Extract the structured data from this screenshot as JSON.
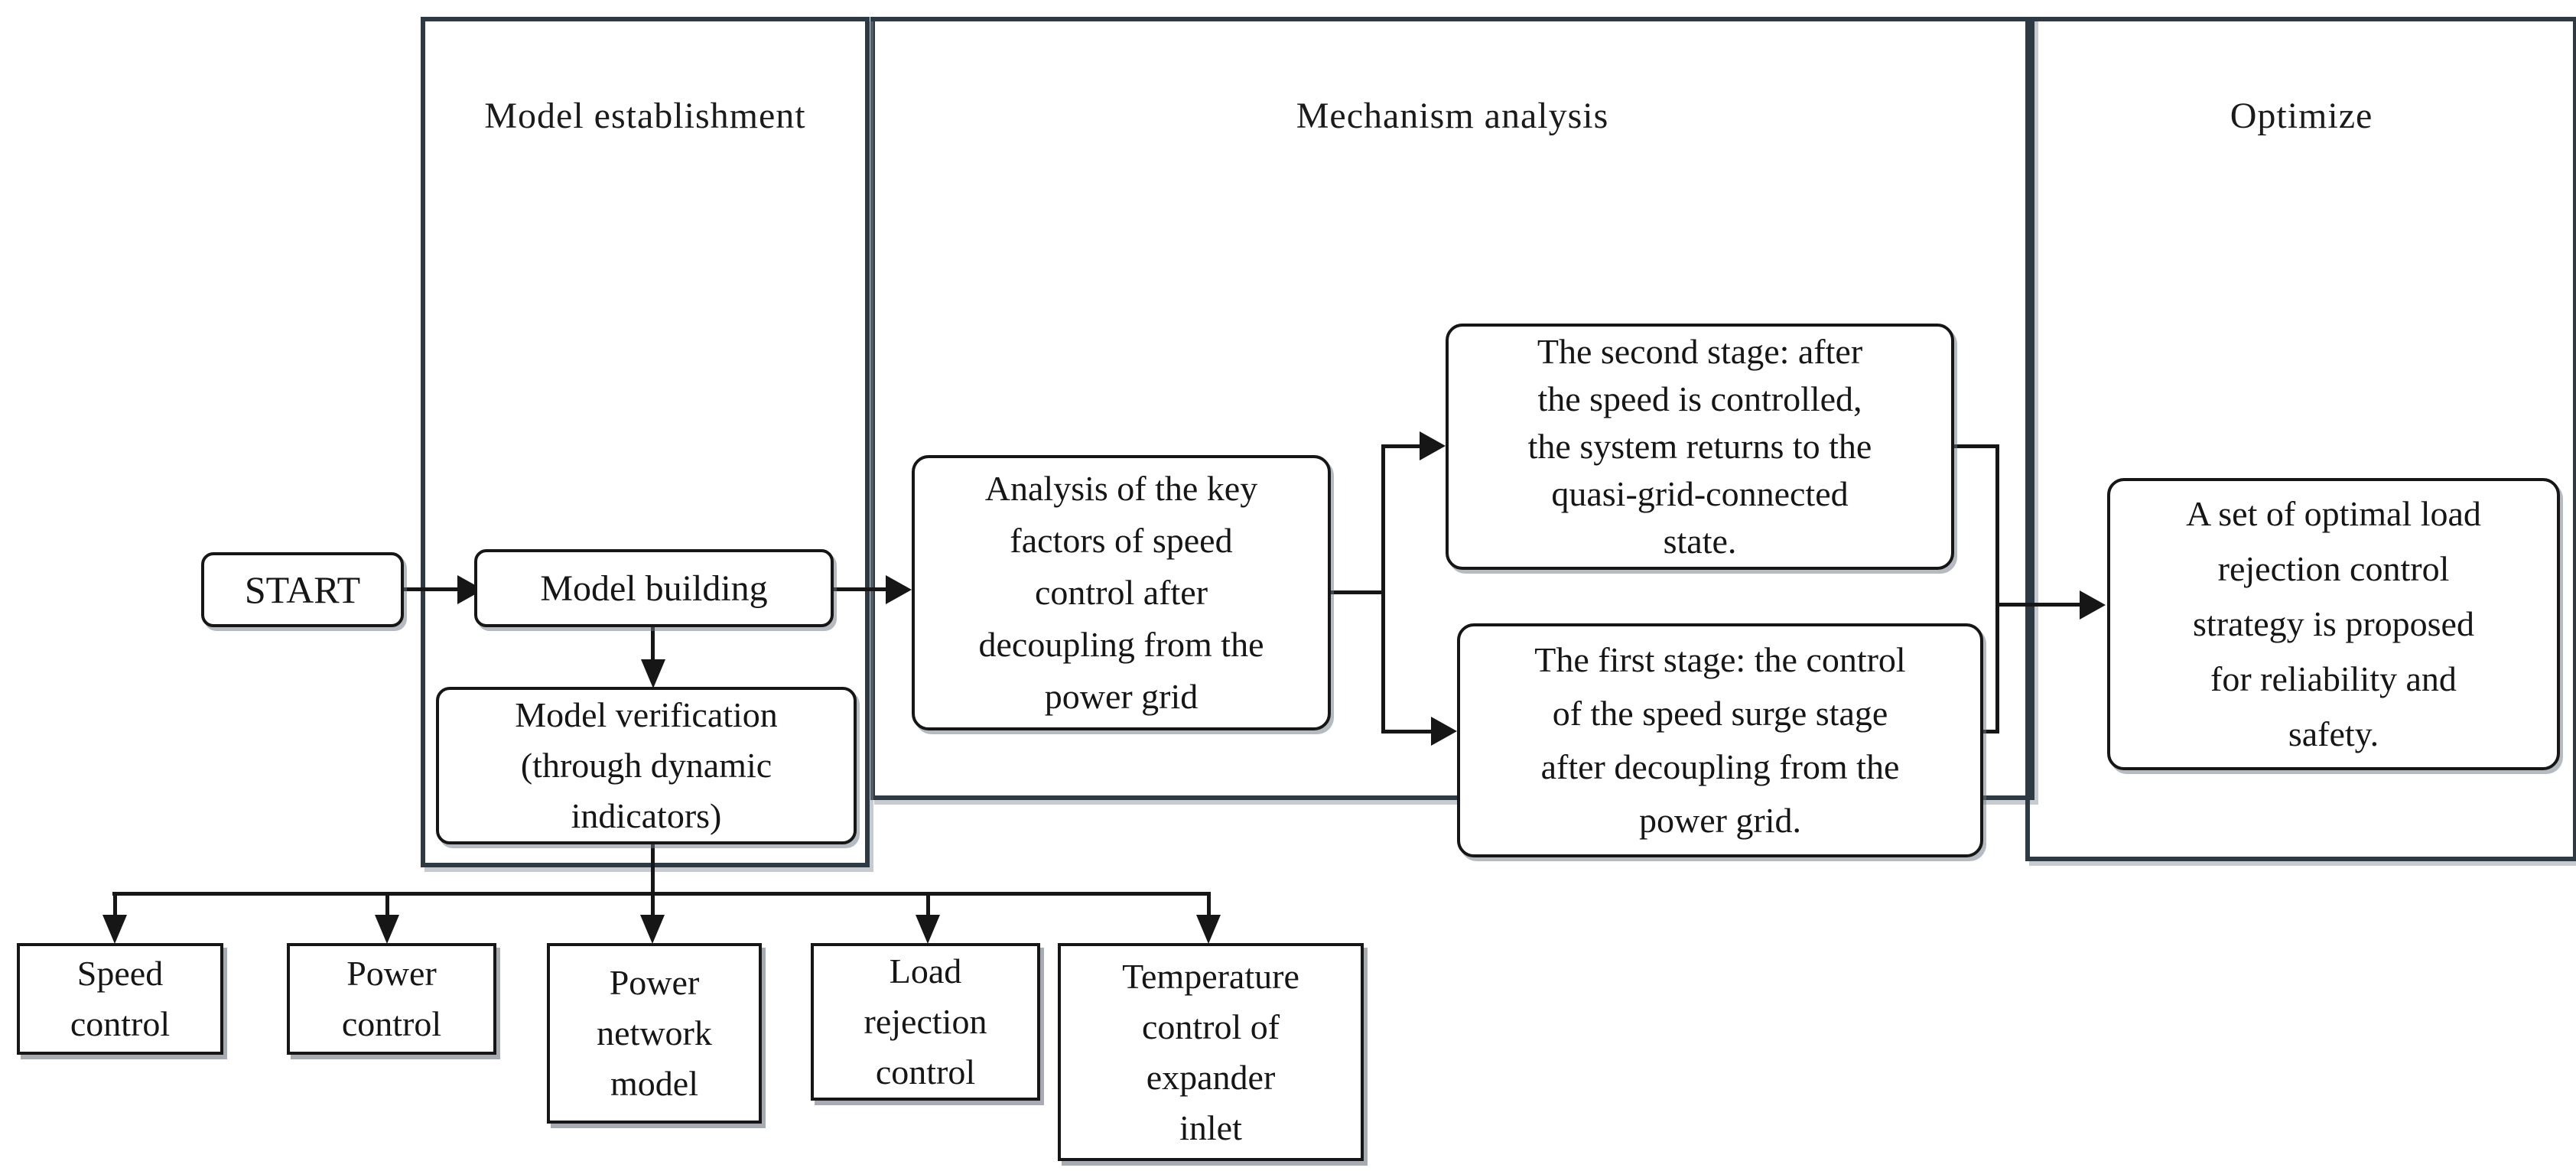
{
  "figure": {
    "sections": [
      {
        "label": "Model establishment"
      },
      {
        "label": "Mechanism analysis"
      },
      {
        "label": "Optimize"
      }
    ],
    "nodes": {
      "start": {
        "label": "START"
      },
      "model_building": {
        "label": "Model building"
      },
      "model_verification": {
        "lines": [
          "Model verification",
          "(through dynamic",
          "indicators)"
        ]
      },
      "analysis": {
        "lines": [
          "Analysis of the key",
          "factors of speed",
          "control after",
          "decoupling from the",
          "power grid"
        ]
      },
      "second_stage": {
        "lines": [
          "The second stage: after",
          "the speed is controlled,",
          "the system returns to the",
          "quasi-grid-connected",
          "state."
        ]
      },
      "first_stage": {
        "lines": [
          "The first stage: the control",
          "of the speed surge stage",
          "after decoupling from the",
          "power grid."
        ]
      },
      "optimal_strategy": {
        "lines": [
          "A set of optimal load",
          "rejection control",
          "strategy is proposed",
          "for reliability and",
          "safety."
        ]
      },
      "speed_control": {
        "lines": [
          "Speed",
          "control"
        ]
      },
      "power_control": {
        "lines": [
          "Power",
          "control"
        ]
      },
      "power_network_model": {
        "lines": [
          "Power",
          "network",
          "model"
        ]
      },
      "load_rejection_control": {
        "lines": [
          "Load",
          "rejection",
          "control"
        ]
      },
      "temperature_control": {
        "lines": [
          "Temperature",
          "control of",
          "expander",
          "inlet"
        ]
      }
    },
    "colors": {
      "section_border": "#2d3a44",
      "node_border": "#161616",
      "text": "#161616",
      "background": "#ffffff"
    }
  }
}
